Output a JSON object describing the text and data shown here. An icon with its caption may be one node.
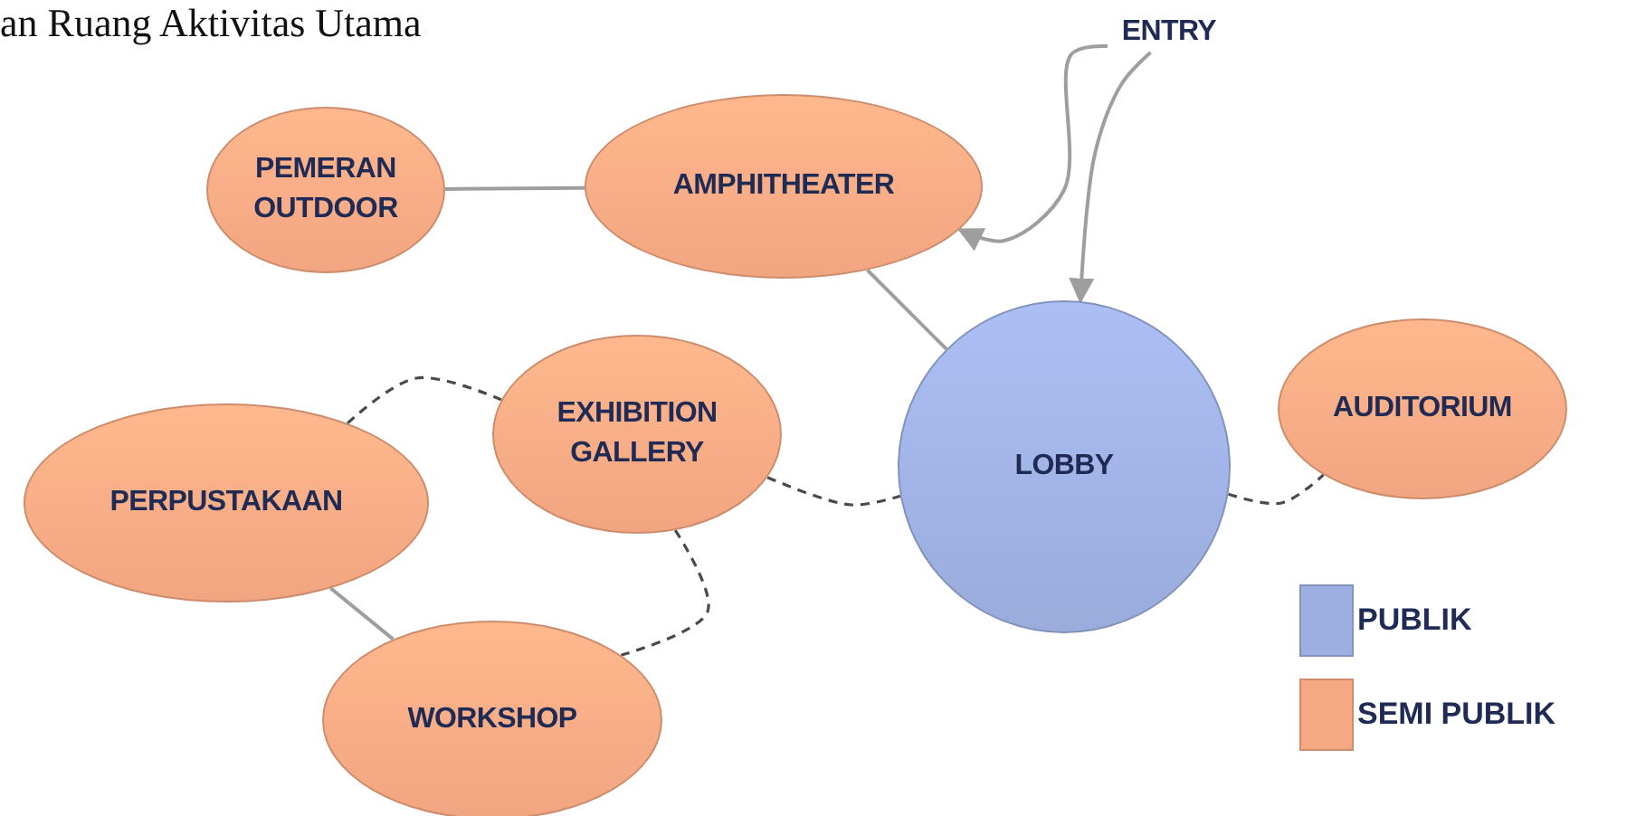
{
  "diagram": {
    "title": "an Ruang Aktivitas Utama",
    "nodes": [
      {
        "text": [
          "ENTRY"
        ]
      },
      {
        "text": [
          "PEMERAN OUTDOOR"
        ]
      },
      {
        "text": [
          "AMPHITHEATER"
        ]
      },
      {
        "text": [
          "EXHIBITION GALLERY"
        ]
      },
      {
        "text": [
          "LOBBY"
        ]
      },
      {
        "text": [
          "AUDITORIUM"
        ]
      },
      {
        "text": [
          "PERPUSTAKAAN"
        ]
      },
      {
        "text": [
          "WORKSHOP"
        ]
      }
    ],
    "edges": [
      {
        "from": 1,
        "to": 2,
        "arrow": "none"
      },
      {
        "from": 0,
        "to": 2,
        "arrow": "to"
      },
      {
        "from": 0,
        "to": 4,
        "arrow": "to"
      },
      {
        "from": 4,
        "to": 2,
        "arrow": "none"
      },
      {
        "from": 6,
        "to": 3,
        "arrow": "none",
        "style": "dashed",
        "color": "#4a4a4a"
      },
      {
        "from": 3,
        "to": 4,
        "arrow": "none",
        "style": "dashed",
        "color": "#4a4a4a"
      },
      {
        "from": 4,
        "to": 5,
        "arrow": "none",
        "style": "dashed",
        "color": "#4a4a4a"
      },
      {
        "from": 3,
        "to": 7,
        "arrow": "none",
        "style": "dashed",
        "color": "#4a4a4a"
      },
      {
        "from": 6,
        "to": 7,
        "arrow": "none"
      }
    ],
    "legend": [
      {
        "text": "PUBLIK",
        "color": "#9dafe0"
      },
      {
        "text": "SEMI PUBLIK",
        "color": "#f5a882"
      }
    ]
  }
}
